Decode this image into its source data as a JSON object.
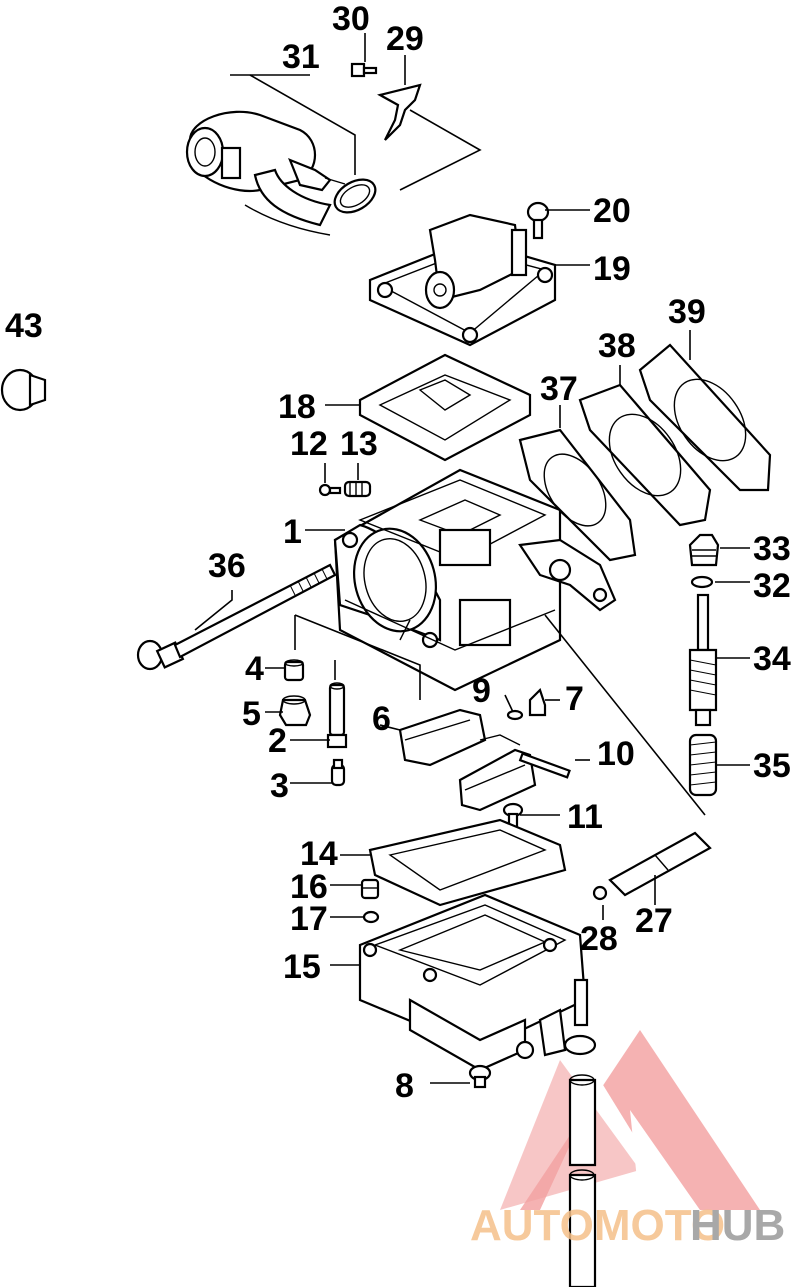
{
  "callouts": [
    "1",
    "2",
    "3",
    "4",
    "5",
    "6",
    "7",
    "8",
    "9",
    "10",
    "11",
    "12",
    "13",
    "14",
    "15",
    "16",
    "17",
    "18",
    "19",
    "20",
    "27",
    "28",
    "29",
    "30",
    "31",
    "32",
    "33",
    "34",
    "35",
    "36",
    "37",
    "38",
    "39",
    "43"
  ],
  "watermark": {
    "part1": "AUTOMOTO",
    "part2": "HUB",
    "color_light": "#f5c08a",
    "color_dark": "#b0b0b0",
    "triangle_color": "#f08080"
  }
}
